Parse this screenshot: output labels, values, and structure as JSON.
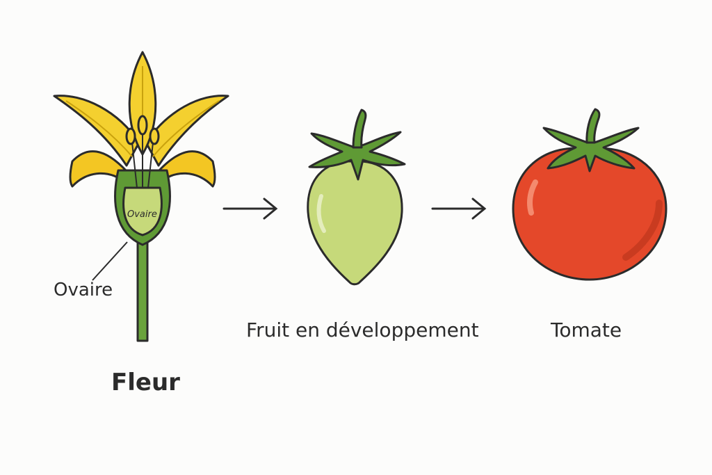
{
  "stages": [
    {
      "id": "flower",
      "label": "Fleur"
    },
    {
      "id": "developing-fruit",
      "label": "Fruit en développement"
    },
    {
      "id": "tomato",
      "label": "Tomate"
    }
  ],
  "flower": {
    "ovary_inner_label": "Ovaire",
    "ovary_callout_label": "Ovaire"
  },
  "colors": {
    "petal": "#f4d02f",
    "stem": "#5f9a35",
    "green_fruit": "#c6d97a",
    "tomato": "#e4482a",
    "outline": "#2b2b2b"
  }
}
